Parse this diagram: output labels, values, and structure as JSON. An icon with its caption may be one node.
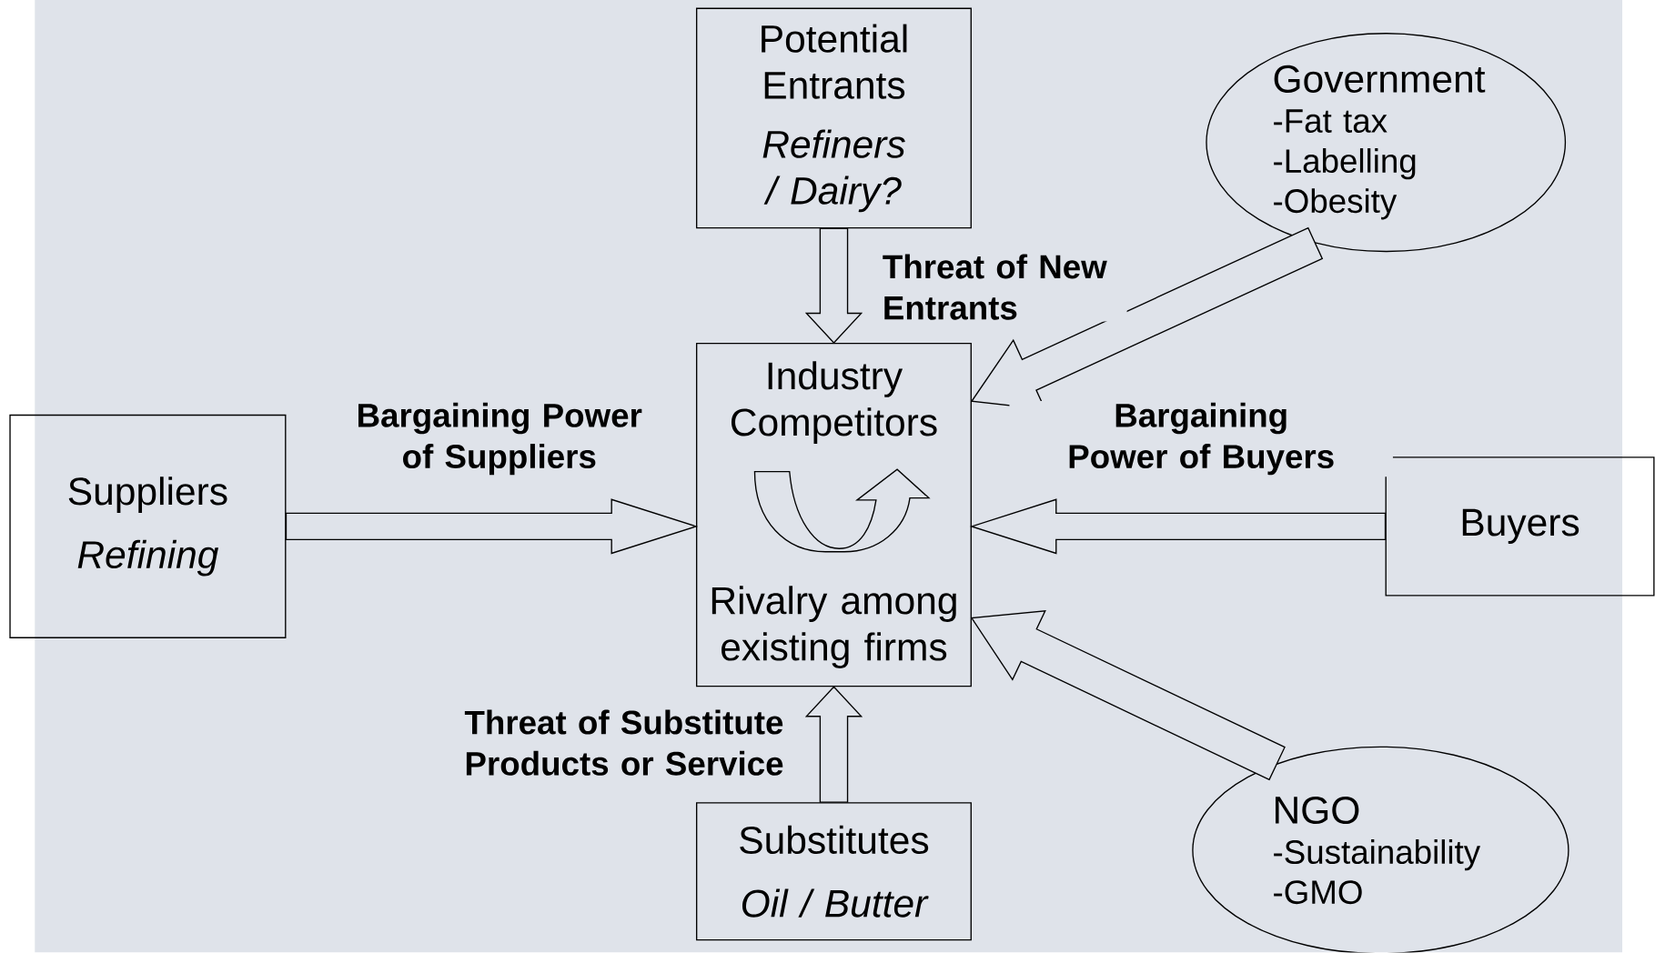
{
  "diagram": {
    "nodes": [
      {
        "text": [
          "Potential Entrants",
          "Refiners / Dairy?"
        ]
      },
      {
        "text": [
          "Government",
          "-Fat tax",
          "-Labelling",
          "-Obesity"
        ]
      },
      {
        "text": [
          "Industry Competitors",
          "Rivalry among existing firms"
        ]
      },
      {
        "text": [
          "Suppliers",
          "Refining"
        ]
      },
      {
        "text": [
          "Buyers"
        ]
      },
      {
        "text": [
          "Substitutes",
          "Oil / Butter"
        ]
      },
      {
        "text": [
          "NGO",
          "-Sustainability",
          "-GMO"
        ]
      }
    ],
    "edges": [
      {
        "from": 0,
        "to": 2,
        "arrow": "to",
        "label": "Threat of New Entrants"
      },
      {
        "from": 1,
        "to": 2,
        "arrow": "to"
      },
      {
        "from": 3,
        "to": 2,
        "arrow": "to",
        "label": "Bargaining Power of Suppliers"
      },
      {
        "from": 4,
        "to": 2,
        "arrow": "to",
        "label": "Bargaining Power of Buyers"
      },
      {
        "from": 5,
        "to": 2,
        "arrow": "to",
        "label": "Threat of Substitute Products or Service"
      },
      {
        "from": 6,
        "to": 2,
        "arrow": "to"
      }
    ]
  }
}
